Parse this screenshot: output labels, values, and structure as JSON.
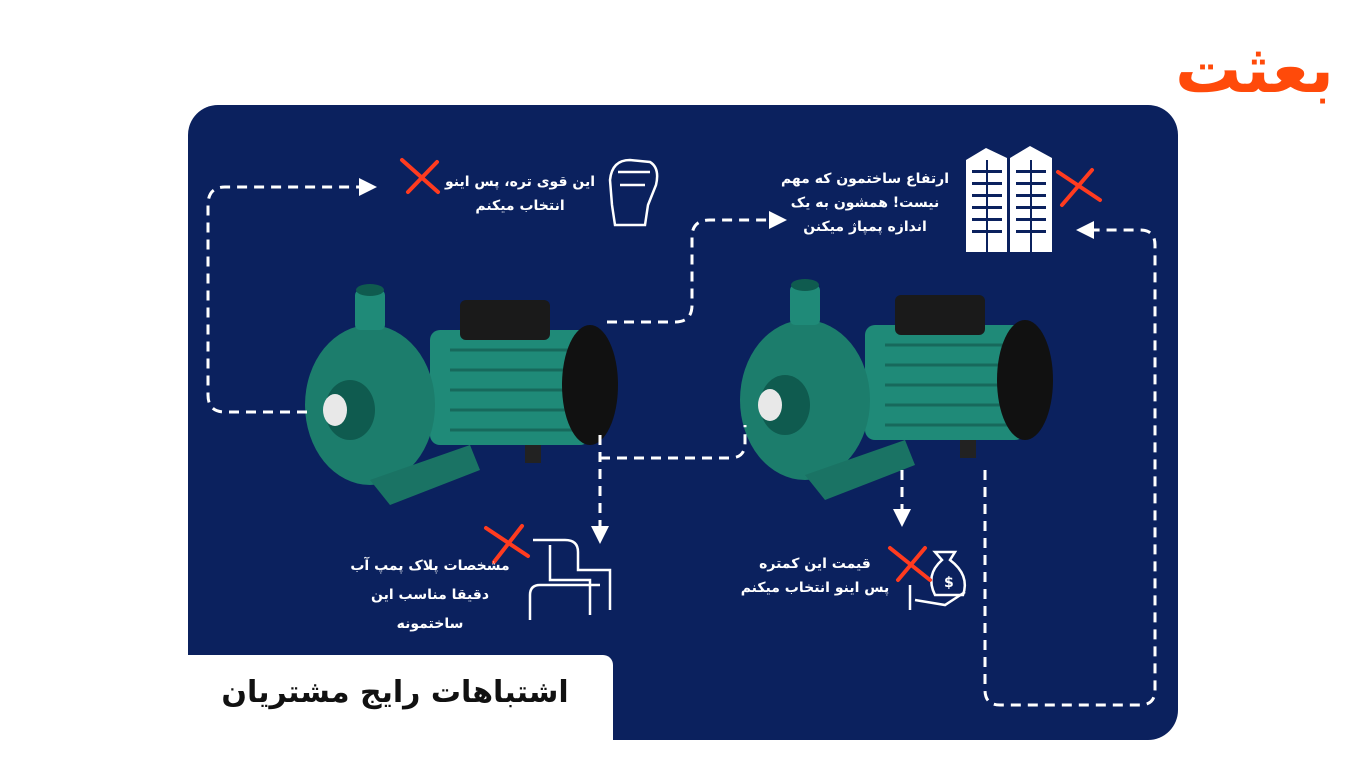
{
  "logo": "بعثت",
  "title": "اشتباهات رایج مشتریان",
  "mistakes": [
    {
      "icon": "fist-icon",
      "lines": [
        "این قوی تره، پس اینو",
        "انتخاب میکنم"
      ]
    },
    {
      "icon": "buildings-icon",
      "lines": [
        "ارتفاع ساختمون که مهم",
        "نیست! همشون به یک",
        "اندازه پمپاژ میکنن"
      ]
    },
    {
      "icon": "pipes-icon",
      "lines": [
        "مشخصات پلاک پمپ آب",
        "دقیقا مناسب این",
        "ساختمونه"
      ]
    },
    {
      "icon": "money-hand-icon",
      "lines": [
        "قیمت این کمتره",
        "پس اینو انتخاب میکنم"
      ]
    }
  ],
  "colors": {
    "panel": "#0b215e",
    "accent": "#ff4a0a",
    "cross": "#ff3b1f",
    "pump": "#1f8a78"
  }
}
